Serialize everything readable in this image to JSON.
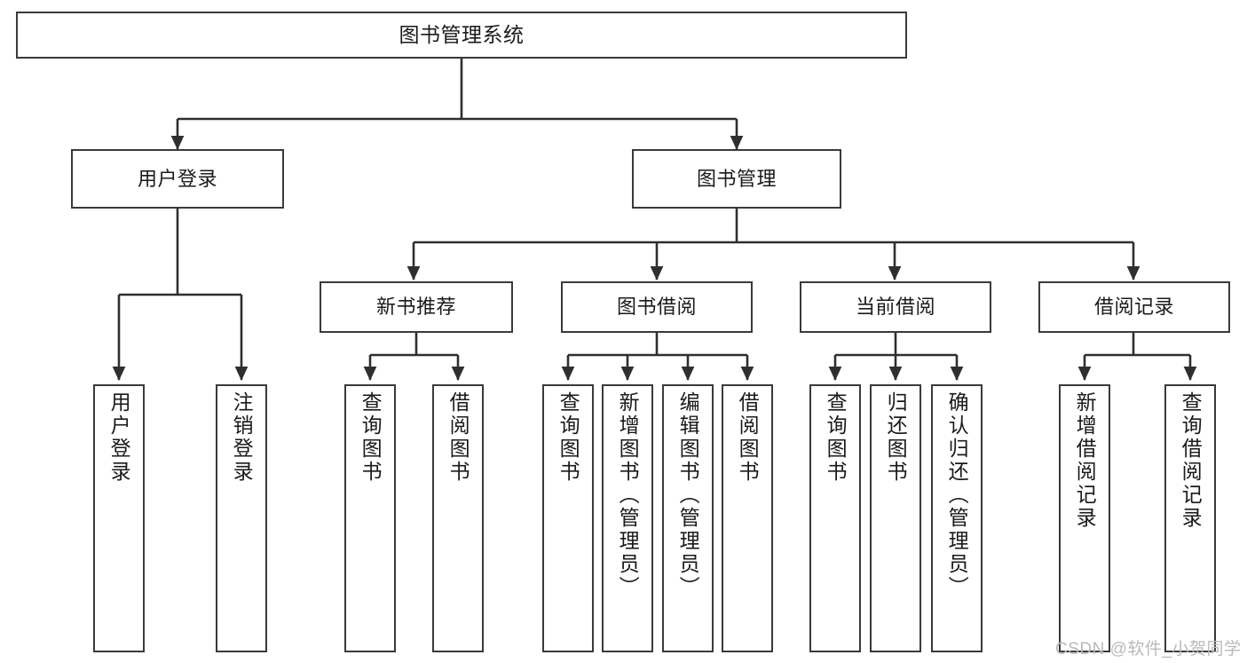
{
  "diagram": {
    "title": "图书管理系统",
    "type": "functional-structure-tree",
    "colors": {
      "box_border": "#3a3a3a",
      "box_fill": "#ffffff",
      "edge": "#2f2f2f",
      "text": "#1a1a1a",
      "watermark": "#b9b9b9",
      "background": "#ffffff"
    },
    "root": {
      "label": "图书管理系统"
    },
    "level2": [
      {
        "label": "用户登录"
      },
      {
        "label": "图书管理"
      }
    ],
    "level3": [
      {
        "label": "新书推荐"
      },
      {
        "label": "图书借阅"
      },
      {
        "label": "当前借阅"
      },
      {
        "label": "借阅记录"
      }
    ],
    "leaves": {
      "user_login": [
        {
          "label": "用户登录"
        },
        {
          "label": "注销登录"
        }
      ],
      "new_book_recommend": [
        {
          "label": "查询图书"
        },
        {
          "label": "借阅图书"
        }
      ],
      "book_borrow": [
        {
          "label": "查询图书"
        },
        {
          "label": "新增图书（管理员）"
        },
        {
          "label": "编辑图书（管理员）"
        },
        {
          "label": "借阅图书"
        }
      ],
      "current_borrow": [
        {
          "label": "查询图书"
        },
        {
          "label": "归还图书"
        },
        {
          "label": "确认归还（管理员）"
        }
      ],
      "borrow_records": [
        {
          "label": "新增借阅记录"
        },
        {
          "label": "查询借阅记录"
        }
      ]
    }
  },
  "watermark": {
    "text": "CSDN @软件_小贺同学"
  }
}
